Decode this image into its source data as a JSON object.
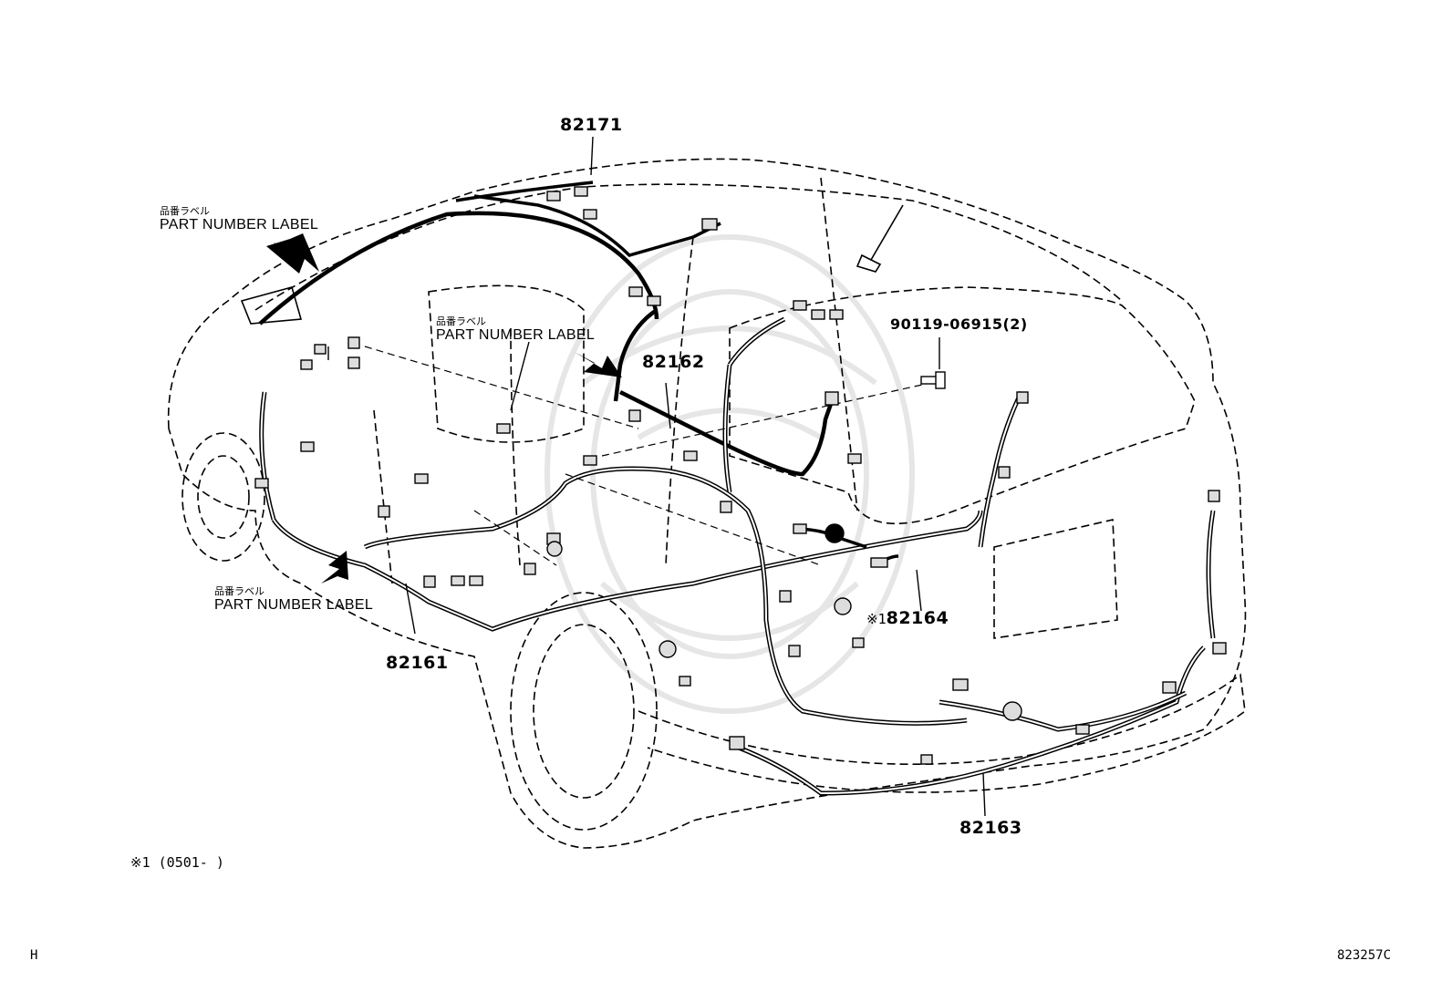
{
  "part_numbers": {
    "p82171": "82171",
    "p82162": "82162",
    "p90119": "90119-06915(2)",
    "p82164_prefix": "※1",
    "p82164": "82164",
    "p82161": "82161",
    "p82163": "82163"
  },
  "labels": {
    "roof": {
      "jp": "品番ラベル",
      "en": "PART NUMBER LABEL"
    },
    "center": {
      "jp": "品番ラベル",
      "en": "PART NUMBER LABEL"
    },
    "floor": {
      "jp": "品番ラベル",
      "en": "PART NUMBER LABEL"
    }
  },
  "footnote": "※1 (0501-    )",
  "corner_left": "H",
  "corner_right": "823257C",
  "colors": {
    "ink": "#000000",
    "background": "#ffffff",
    "watermark": "#e6e6e6"
  },
  "icons": [
    "callout-arrow-icon",
    "connector-icon",
    "bolt-icon",
    "watermark-seal-icon"
  ]
}
